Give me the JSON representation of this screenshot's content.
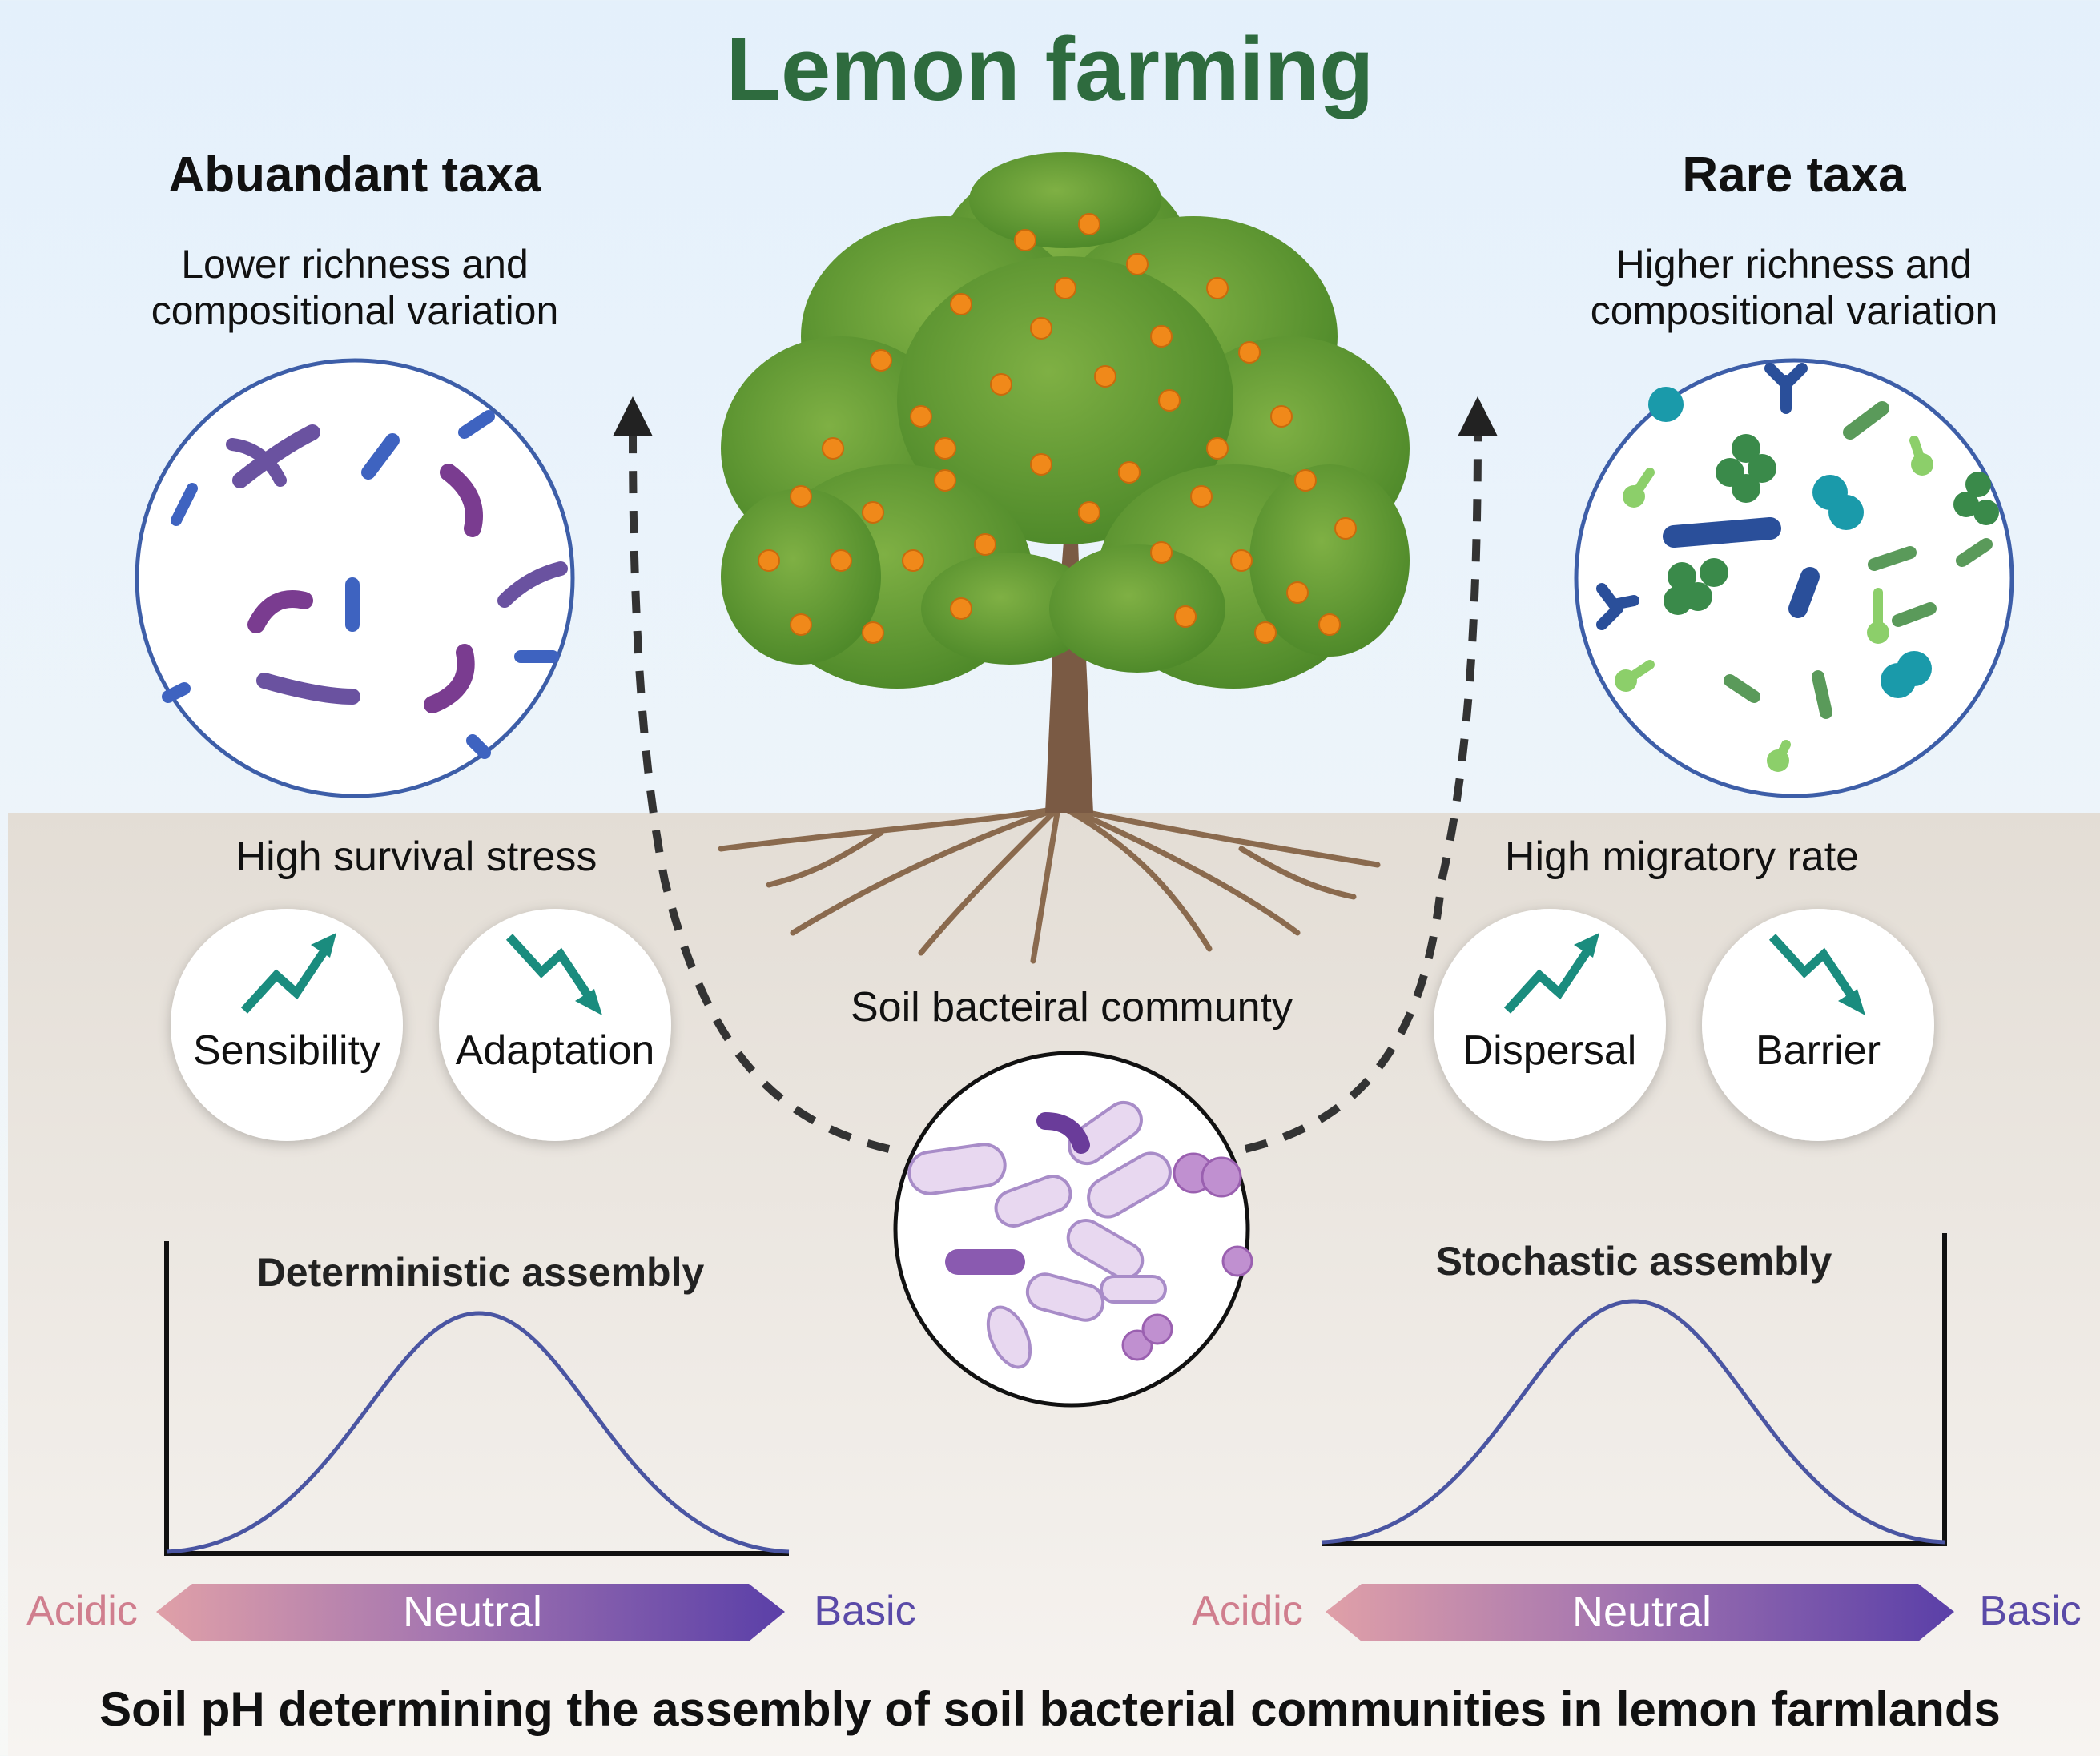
{
  "title": "Lemon farming",
  "left": {
    "heading": "Abuandant taxa",
    "subtitle_line1": "Lower richness and",
    "subtitle_line2": "compositional variation",
    "stress_label": "High survival stress",
    "bubbles": [
      "Sensibility",
      "Adaptation"
    ],
    "assembly_label": "Deterministic assembly",
    "ph_axis": {
      "start": "Acidic",
      "middle": "Neutral",
      "end": "Basic"
    }
  },
  "right": {
    "heading": "Rare taxa",
    "subtitle_line1": "Higher richness and",
    "subtitle_line2": "compositional variation",
    "stress_label": "High migratory rate",
    "bubbles": [
      "Dispersal",
      "Barrier"
    ],
    "assembly_label": "Stochastic assembly",
    "ph_axis": {
      "start": "Acidic",
      "middle": "Neutral",
      "end": "Basic"
    }
  },
  "center": {
    "community_label": "Soil bacteiral communty"
  },
  "footer": "Soil pH determining the assembly of soil bacterial communities in lemon farmlands",
  "colors": {
    "title_green": "#2e6b3e",
    "soil": "#e6e0d8",
    "trend_arrow": "#1a8c7e",
    "curve": "#4a55a2",
    "acidic": "#d07e8e",
    "basic": "#5a4aa8"
  },
  "icons": [
    "trend-up-icon",
    "trend-down-icon",
    "lemon-tree-icon",
    "bacteria-icon"
  ]
}
